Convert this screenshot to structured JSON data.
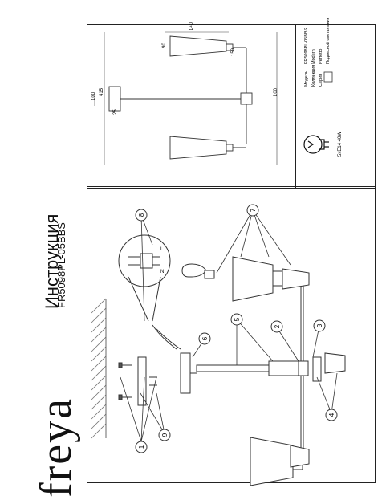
{
  "brand": "freya",
  "header": {
    "title": "Инструкция",
    "model": "FR5098PL-05BBS"
  },
  "callouts": [
    "1",
    "2",
    "3",
    "4",
    "5",
    "6",
    "7",
    "8",
    "9"
  ],
  "wiring": {
    "labels": [
      "L",
      "N"
    ]
  },
  "dimensions": {
    "length": "415",
    "half": "140",
    "shade_h": "90",
    "shade_w": "150",
    "height": "100",
    "canopy_h": "25",
    "top_h": "100"
  },
  "bulb": {
    "spec": "5xE14 40W"
  },
  "info": {
    "rows": [
      {
        "key": "Модель",
        "value": "FR5098PL-05BBS"
      },
      {
        "key": "Коллекция",
        "value": "Modern"
      },
      {
        "key": "Серия",
        "value": "Perfetto"
      },
      {
        "key": "",
        "value": "Подвесной светильник"
      }
    ]
  }
}
